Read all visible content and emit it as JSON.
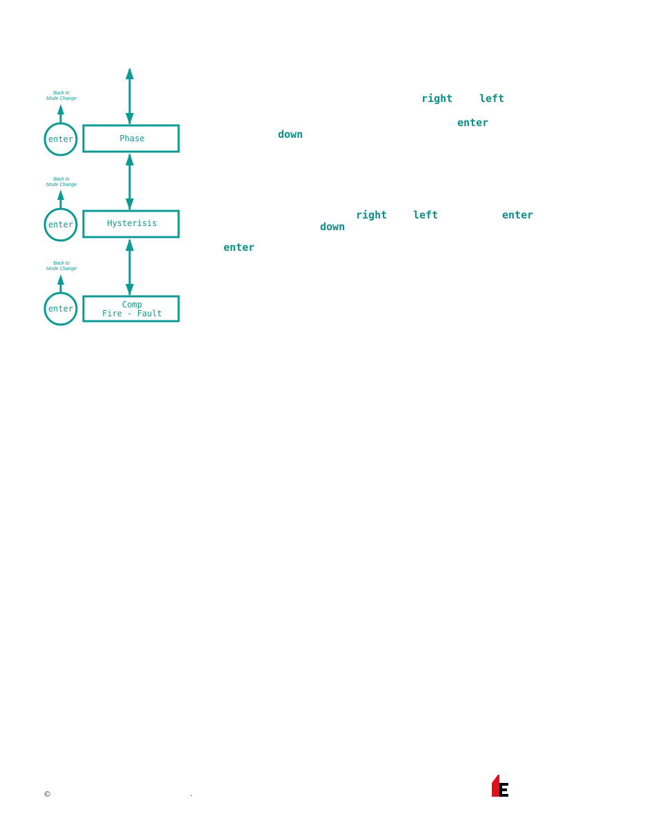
{
  "diagram": {
    "back_label_line1": "Back to",
    "back_label_line2": "Mode Change",
    "enter_button_label": "enter",
    "boxes": [
      {
        "label": "Phase"
      },
      {
        "label": "Hysterisis"
      },
      {
        "label": "Comp\nFire - Fault"
      }
    ]
  },
  "text": {
    "keywords_row1": {
      "right": "right",
      "left": "left"
    },
    "keywords_row2": {
      "enter": "enter",
      "down": "down"
    },
    "keywords_row3": {
      "right": "right",
      "left": "left",
      "enter": "enter",
      "down": "down"
    },
    "keywords_row4": {
      "enter": "enter"
    }
  },
  "footer": {
    "copyright_symbol": "©",
    "dot": "."
  },
  "colors": {
    "teal": "#0e9a94",
    "logo_red": "#e3101a",
    "logo_black": "#000000"
  }
}
